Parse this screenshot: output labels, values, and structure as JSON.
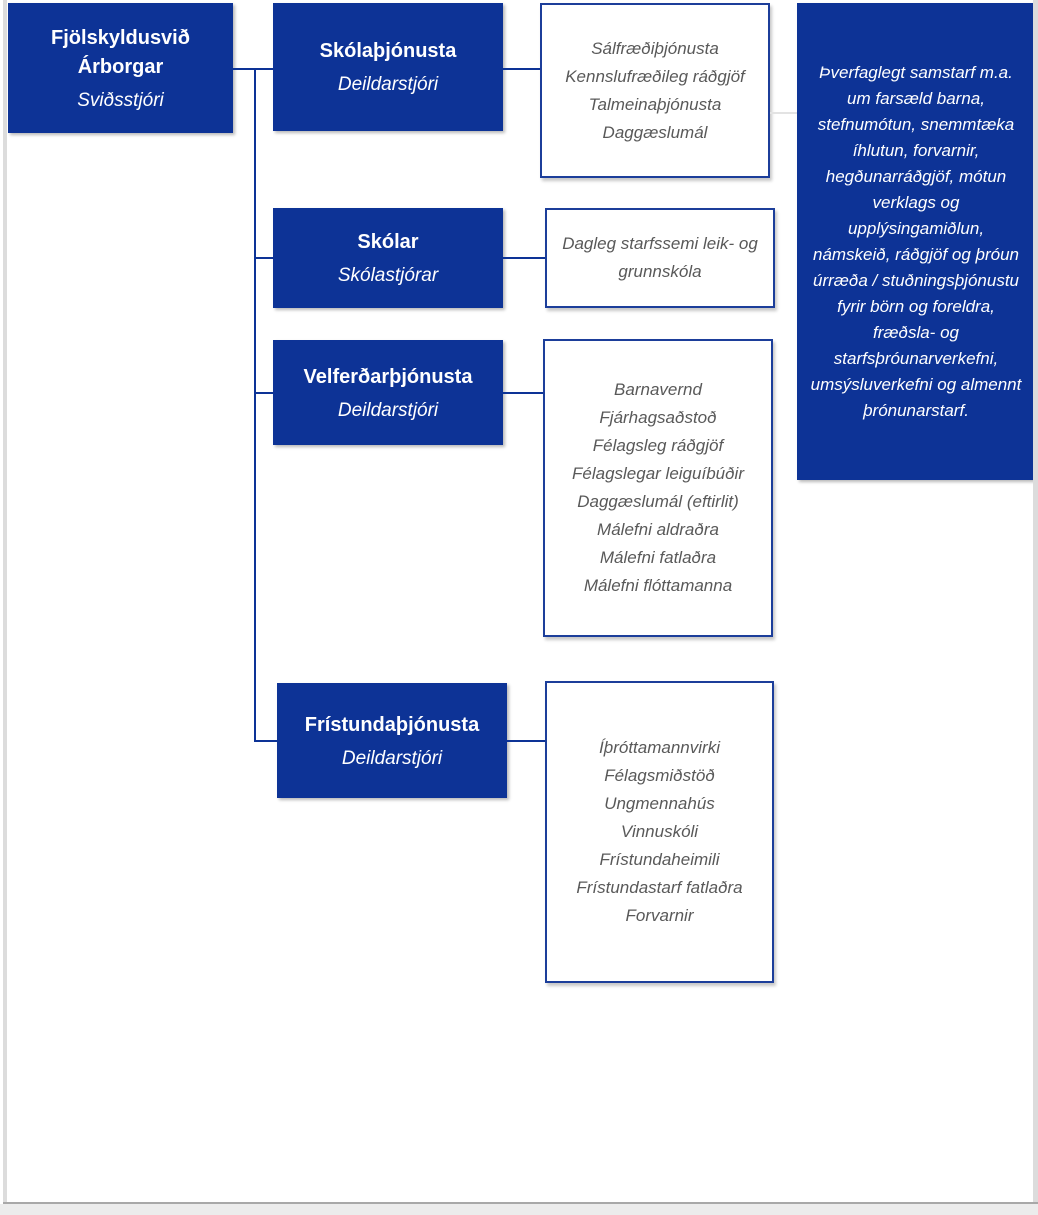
{
  "root": {
    "title": "Fjölskyldusvið Árborgar",
    "subtitle": "Sviðsstjóri"
  },
  "departments": [
    {
      "title": "Skólaþjónusta",
      "subtitle": "Deildarstjóri",
      "tasks": [
        "Sálfræðiþjónusta",
        "Kennslufræðileg ráðgjöf",
        "Talmeinaþjónusta",
        "Daggæslumál"
      ]
    },
    {
      "title": "Skólar",
      "subtitle": "Skólastjórar",
      "tasks": [
        "Dagleg starfssemi leik- og grunnskóla"
      ]
    },
    {
      "title": "Velferðarþjónusta",
      "subtitle": "Deildarstjóri",
      "tasks": [
        "Barnavernd",
        "Fjárhagsaðstoð",
        "Félagsleg ráðgjöf",
        "Félagslegar leiguíbúðir",
        "Daggæslumál (eftirlit)",
        "Málefni aldraðra",
        "Málefni fatlaðra",
        "Málefni flóttamanna"
      ]
    },
    {
      "title": "Frístundaþjónusta",
      "subtitle": "Deildarstjóri",
      "tasks": [
        "Íþróttamannvirki",
        "Félagsmiðstöð",
        "Ungmennahús",
        "Vinnuskóli",
        "Frístundaheimili",
        "Frístundastarf fatlaðra",
        "Forvarnir"
      ]
    }
  ],
  "side_note": "Þverfaglegt samstarf m.a. um farsæld barna, stefnumótun, snemmtæka íhlutun, forvarnir, hegðunarráðgjöf, mótun verklags og upplýsingamiðlun, námskeið, ráðgjöf og þróun úrræða / stuðningsþjónustu fyrir börn og foreldra, fræðsla- og starfsþróunarverkefni, umsýsluverkefni og almennt þrónunarstarf.",
  "colors": {
    "box_blue": "#0d3396",
    "task_text_gray": "#595959",
    "white_box_border": "#1c3e9a"
  }
}
